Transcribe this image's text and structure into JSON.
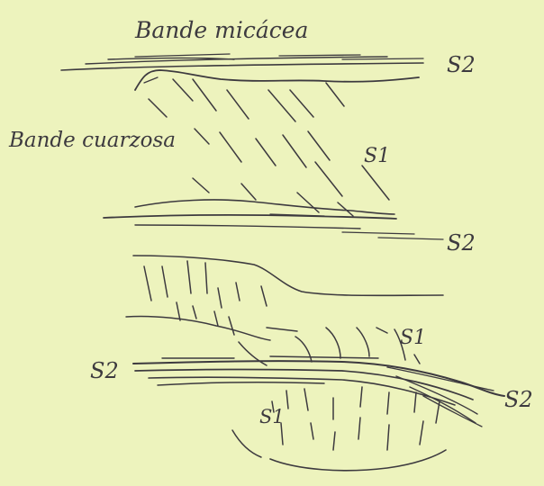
{
  "labels": {
    "top_band": "Bande micácea",
    "middle_band": "Bande cuarzosa"
  },
  "surface_labels": {
    "s2_top": "S2",
    "s1_upper": "S1",
    "s2_middle": "S2",
    "s1_middle": "S1",
    "s2_left": "S2",
    "s2_right": "S2",
    "s1_lower": "S1"
  },
  "colors": {
    "paper": "#edf3bd",
    "ink": "#3d3a3f"
  }
}
